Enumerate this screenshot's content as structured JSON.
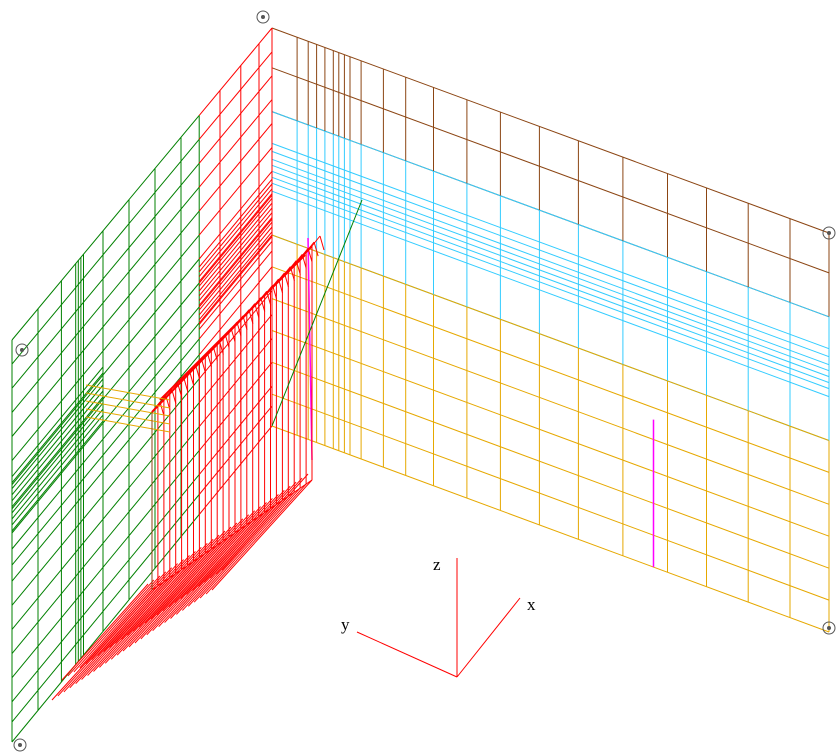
{
  "colors": {
    "background": "#ffffff",
    "right_wall_upper": "#8b4513",
    "right_wall_middle": "#33ccff",
    "right_wall_lower": "#e6a800",
    "left_wall_green": "#008000",
    "left_wall_red": "#ff0000",
    "red_structure": "#ff0000",
    "highlight_line": "#ff00ff",
    "axis": "#ff0000",
    "axis_label": "#000000"
  },
  "axes": {
    "x_label": "x",
    "y_label": "y",
    "z_label": "z"
  },
  "markers": [
    "node-marker-icon",
    "node-marker-icon",
    "node-marker-icon",
    "node-marker-icon",
    "node-marker-icon"
  ]
}
